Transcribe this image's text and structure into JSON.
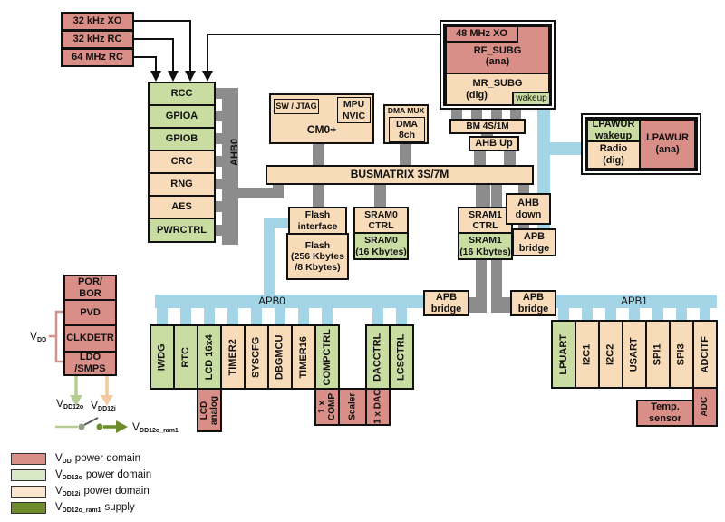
{
  "palette": {
    "vdd_red": "#DA8E88",
    "vdd12i_peach": "#F8DCBA",
    "vdd12o_green": "#C9DCA2",
    "legend_green": "#D9E8C6",
    "legend_peach": "#FBE5CF",
    "legend_dark_green": "#6E8D2A",
    "bus_blue": "#A3D5E6",
    "bus_gray": "#8C8C8C"
  },
  "oscillators": {
    "xo32": "32 kHz XO",
    "rc32": "32 kHz RC",
    "rc64": "64 MHz RC"
  },
  "ahb0": {
    "bus_label": "AHB0",
    "blocks": [
      "RCC",
      "GPIOA",
      "GPIOB",
      "CRC",
      "RNG",
      "AES",
      "PWRCTRL"
    ]
  },
  "cpu": {
    "core": "CM0+",
    "swjtag": "SW / JTAG",
    "mpu_nvic": [
      "MPU",
      "NVIC"
    ]
  },
  "dma": {
    "header": "DMA MUX",
    "lines": [
      "DMA",
      "8ch"
    ]
  },
  "radio": {
    "xo48": "48 MHz XO",
    "rf": [
      "RF_SUBG",
      "(ana)"
    ],
    "mr": [
      "MR_SUBG",
      "(dig)"
    ],
    "wakeup": "wakeup"
  },
  "bm_label": "BM 4S/1M",
  "ahb_up_label": "AHB Up",
  "lpawur": {
    "wakeup": [
      "LPAWUR",
      "wakeup"
    ],
    "radio": [
      "Radio",
      "(dig)"
    ],
    "ana": [
      "LPAWUR",
      "(ana)"
    ]
  },
  "busmatrix_label": "BUSMATRIX 3S/7M",
  "flash": {
    "iface": [
      "Flash",
      "interface"
    ],
    "mem": [
      "Flash",
      "(256 Kbytes",
      "/8 Kbytes)"
    ]
  },
  "sram0": {
    "ctrl": [
      "SRAM0",
      "CTRL"
    ],
    "mem": [
      "SRAM0",
      "(16 Kbytes)"
    ]
  },
  "sram1": {
    "ctrl": [
      "SRAM1",
      "CTRL"
    ],
    "mem": [
      "SRAM1",
      "(16 Kbytes)"
    ]
  },
  "ahb_down": [
    "AHB",
    "down"
  ],
  "apb_bridge": [
    "APB",
    "bridge"
  ],
  "apb0": {
    "bus_label": "APB0",
    "peripherals": [
      "IWDG",
      "RTC",
      "LCD 16x4",
      "TIMER2",
      "SYSCFG",
      "DBGMCU",
      "TIMER16",
      "COMPCTRL",
      "DACCTRL",
      "LCSCTRL"
    ],
    "analog": {
      "lcd": [
        "LCD",
        "analog"
      ],
      "comp": [
        "1 x",
        "COMP"
      ],
      "scaler": "Scaler",
      "dac": "1 x DAC"
    }
  },
  "apb1": {
    "bus_label": "APB1",
    "peripherals": [
      "LPUART",
      "I2C1",
      "I2C2",
      "USART",
      "SPI1",
      "SPI3",
      "ADCITF"
    ],
    "analog": {
      "adc": "ADC",
      "temp": [
        "Temp.",
        "sensor"
      ]
    }
  },
  "power": {
    "blocks": [
      [
        "POR/",
        "BOR"
      ],
      [
        "PVD",
        ""
      ],
      [
        "CLKDETR",
        ""
      ],
      [
        "LDO",
        "/SMPS"
      ]
    ],
    "vdd": {
      "pre": "V",
      "sub": "DD"
    },
    "vdd12o": {
      "pre": "V",
      "sub": "DD12o"
    },
    "vdd12i": {
      "pre": "V",
      "sub": "DD12i"
    },
    "ram1": {
      "pre": "V",
      "sub": "DD12o_ram1"
    }
  },
  "legend": [
    {
      "pre": "V",
      "sub": "DD",
      "rest": "power domain"
    },
    {
      "pre": "V",
      "sub": "DD12o",
      "rest": "power domain"
    },
    {
      "pre": "V",
      "sub": "DD12i",
      "rest": "power domain"
    },
    {
      "pre": "V",
      "sub": "DD12o_ram1",
      "rest": "supply"
    }
  ]
}
